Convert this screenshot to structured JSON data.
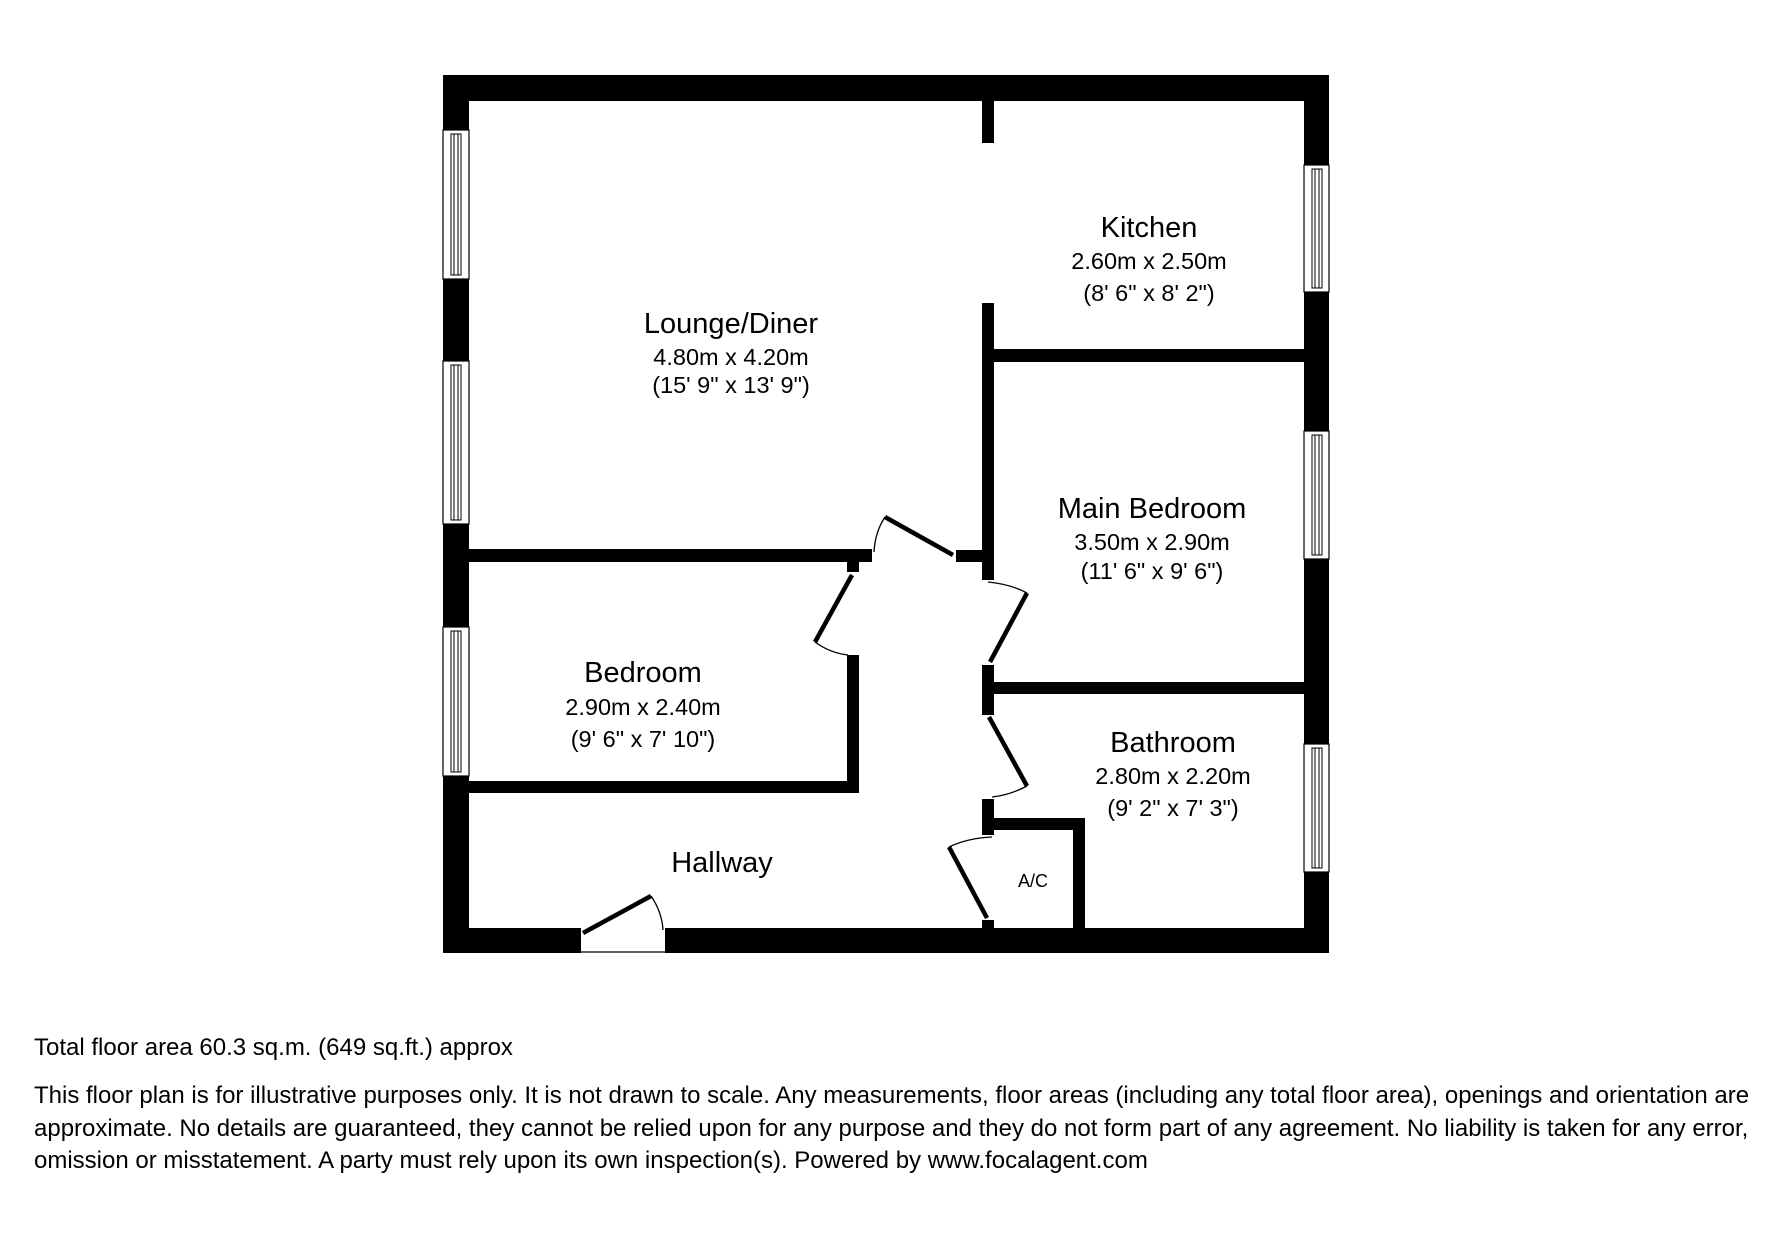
{
  "floorplan": {
    "rooms": [
      {
        "id": "lounge",
        "name": "Lounge/Diner",
        "metric": "4.80m x 4.20m",
        "imperial": "(15' 9\" x 13' 9\")"
      },
      {
        "id": "kitchen",
        "name": "Kitchen",
        "metric": "2.60m x 2.50m",
        "imperial": "(8' 6\" x 8' 2\")"
      },
      {
        "id": "main-bedroom",
        "name": "Main Bedroom",
        "metric": "3.50m x 2.90m",
        "imperial": "(11' 6\" x 9' 6\")"
      },
      {
        "id": "bedroom",
        "name": "Bedroom",
        "metric": "2.90m x 2.40m",
        "imperial": "(9' 6\" x 7' 10\")"
      },
      {
        "id": "bathroom",
        "name": "Bathroom",
        "metric": "2.80m x 2.20m",
        "imperial": "(9' 2\" x 7' 3\")"
      },
      {
        "id": "hallway",
        "name": "Hallway"
      }
    ],
    "cupboard_label": "A/C",
    "wall_color": "#000000",
    "background_color": "#ffffff"
  },
  "footer": {
    "total_area": "Total floor area 60.3 sq.m. (649 sq.ft.) approx",
    "disclaimer": "This floor plan is for illustrative purposes only. It is not drawn to scale. Any measurements, floor areas (including any total floor area), openings and orientation are approximate. No details are guaranteed, they cannot be relied upon for any purpose and they do not form part of any agreement. No liability is taken for any error, omission or misstatement. A party must rely upon its own inspection(s). Powered by www.focalagent.com"
  }
}
